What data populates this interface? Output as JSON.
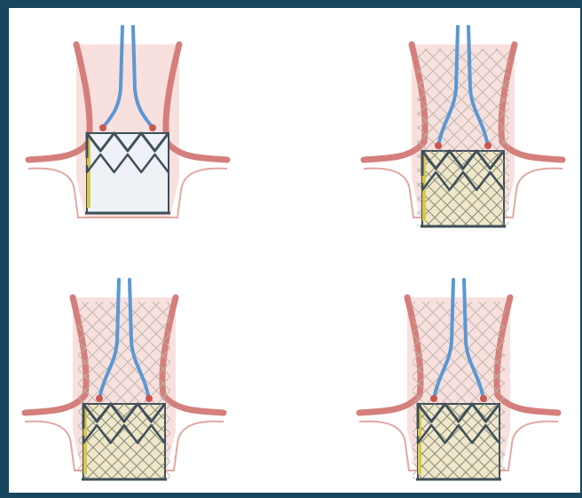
{
  "panels": [
    {
      "id": "top-left",
      "stent": "short",
      "graft": "blank"
    },
    {
      "id": "top-right",
      "stent": "tall",
      "graft": "mesh"
    },
    {
      "id": "bottom-left",
      "stent": "tall",
      "graft": "mesh"
    },
    {
      "id": "bottom-right",
      "stent": "tall",
      "graft": "mesh"
    }
  ],
  "colors": {
    "frame": "#17465e",
    "background": "#ffffff",
    "aorta_wall": "#d47f7c",
    "aorta_fill": "#f6d6d3",
    "coronary": "#5b97d4",
    "coronary_tip": "#c9584f",
    "stent_frame": "#3f4f5b",
    "graft_fill": "#efe7c9",
    "skirt": "#d6c94a"
  }
}
